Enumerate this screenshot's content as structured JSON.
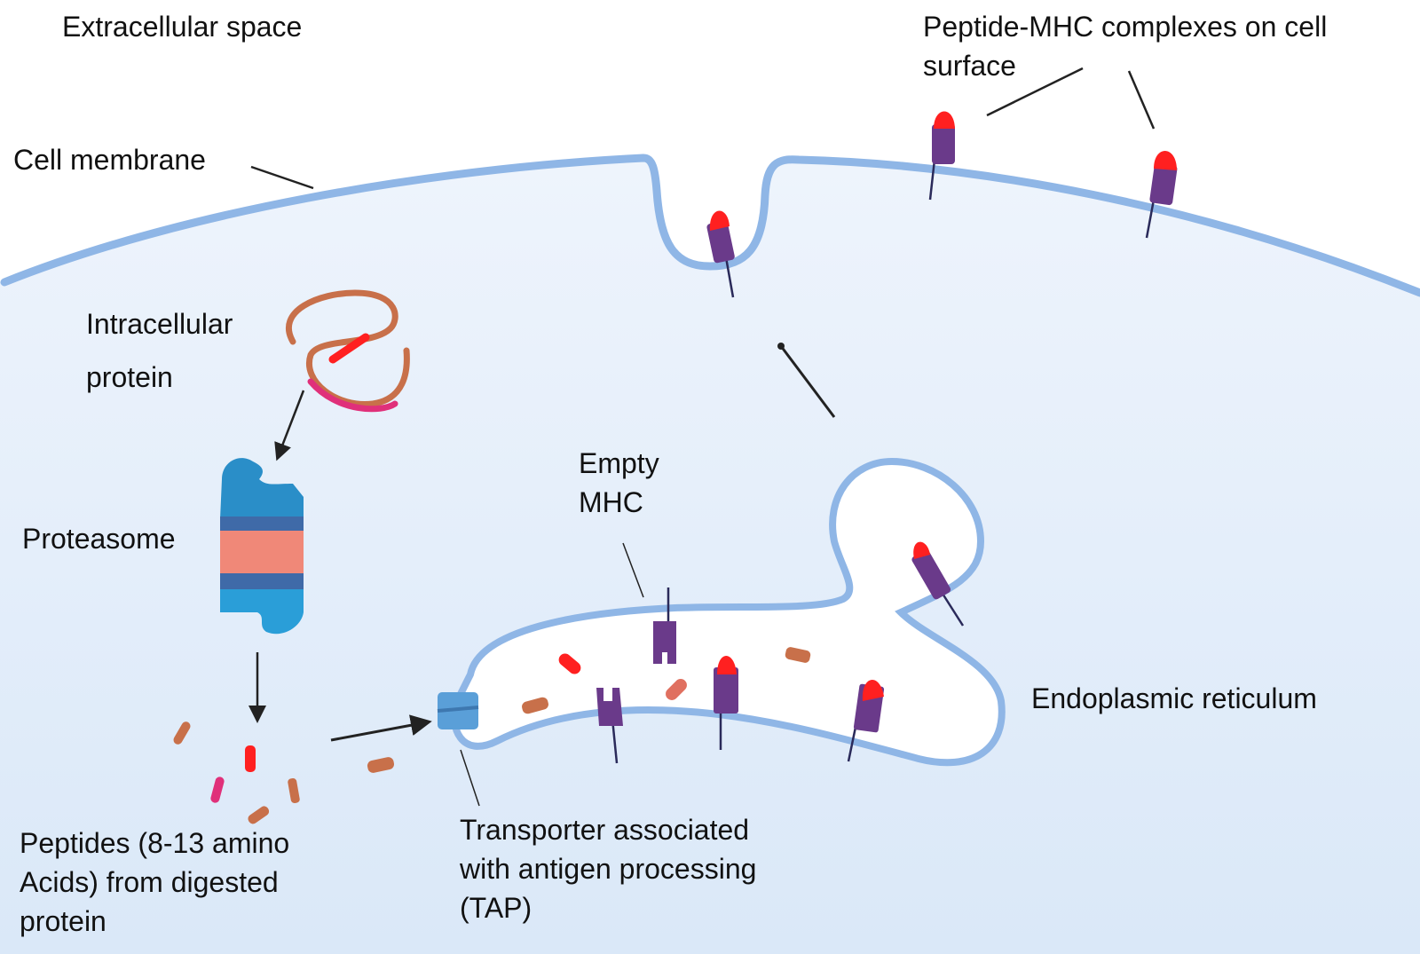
{
  "labels": {
    "extracellular": "Extracellular space",
    "membrane": "Cell membrane",
    "peptide_mhc": [
      "Peptide-MHC complexes on cell",
      "surface"
    ],
    "intracellular_protein": [
      "Intracellular",
      "protein"
    ],
    "proteasome": "Proteasome",
    "empty_mhc": [
      "Empty",
      "MHC"
    ],
    "er": "Endoplasmic reticulum",
    "peptides": [
      "Peptides (8-13 amino",
      "Acids) from digested",
      "protein"
    ],
    "tap": [
      "Transporter associated",
      "with antigen processing",
      "(TAP)"
    ]
  },
  "colors": {
    "cytoplasm": "#e3eefb",
    "membrane": "#8fb6e6",
    "mhc": "#6a3a8a",
    "peptide": "#ff2020",
    "proteasome_cap": "#2a8ec8",
    "proteasome_ring": "#3f6aa8",
    "proteasome_core": "#f08878",
    "protein_chain": "#c8704a",
    "tap": "#5a9fd8"
  }
}
